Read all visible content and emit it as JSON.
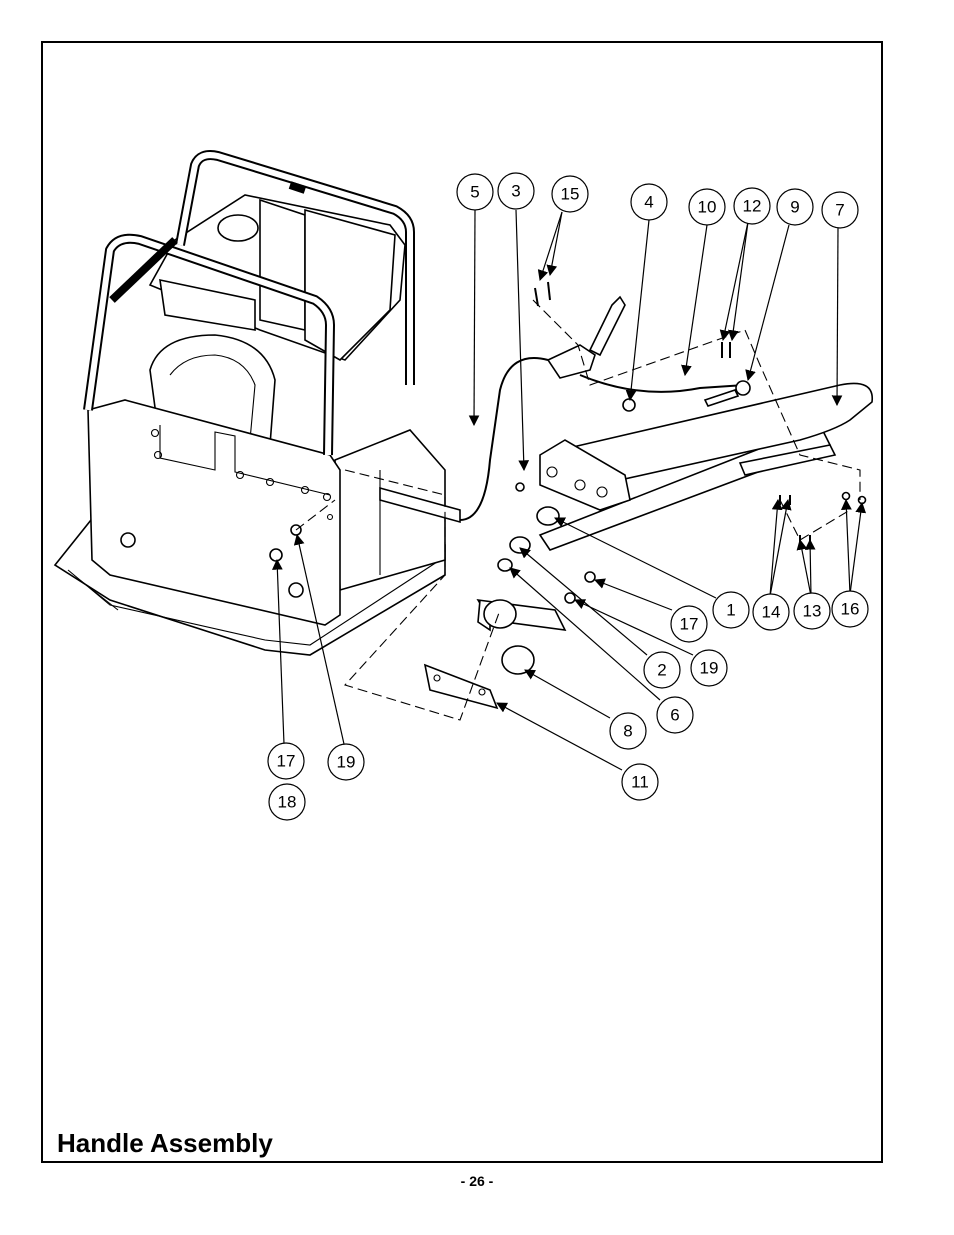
{
  "page": {
    "title": "Handle Assembly",
    "page_number": "- 26 -"
  },
  "callouts": [
    {
      "id": "c5",
      "label": "5"
    },
    {
      "id": "c3",
      "label": "3"
    },
    {
      "id": "c15",
      "label": "15"
    },
    {
      "id": "c4",
      "label": "4"
    },
    {
      "id": "c10",
      "label": "10"
    },
    {
      "id": "c12",
      "label": "12"
    },
    {
      "id": "c9",
      "label": "9"
    },
    {
      "id": "c7",
      "label": "7"
    },
    {
      "id": "c1",
      "label": "1"
    },
    {
      "id": "c14",
      "label": "14"
    },
    {
      "id": "c13",
      "label": "13"
    },
    {
      "id": "c16",
      "label": "16"
    },
    {
      "id": "c17a",
      "label": "17"
    },
    {
      "id": "c19a",
      "label": "19"
    },
    {
      "id": "c2",
      "label": "2"
    },
    {
      "id": "c6",
      "label": "6"
    },
    {
      "id": "c8",
      "label": "8"
    },
    {
      "id": "c11",
      "label": "11"
    },
    {
      "id": "c17b",
      "label": "17"
    },
    {
      "id": "c19b",
      "label": "19"
    },
    {
      "id": "c18",
      "label": "18"
    }
  ]
}
